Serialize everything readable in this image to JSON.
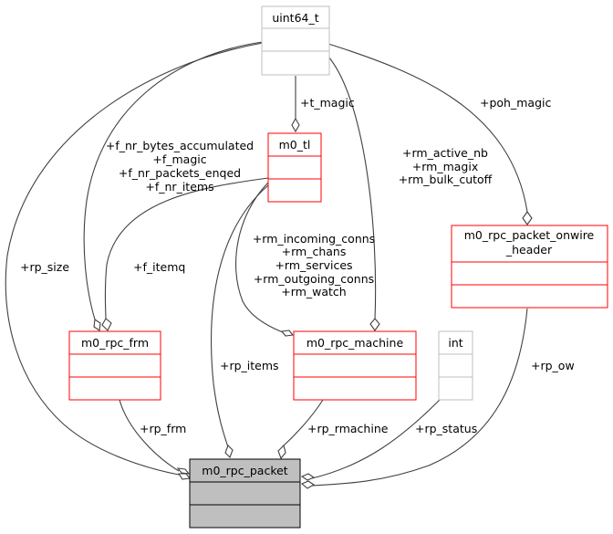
{
  "diagram": {
    "type": "collaboration-diagram",
    "focus_node": "m0_rpc_packet",
    "colors": {
      "class_border": "#ff0000",
      "builtin_border": "#bfbfbf",
      "focus_fill": "#bfbfbf",
      "focus_border": "#000000",
      "edge": "#404040"
    },
    "nodes": {
      "uint64_t": {
        "title": "uint64_t",
        "kind": "builtin"
      },
      "m0_tl": {
        "title": "m0_tl",
        "kind": "class"
      },
      "m0_rpc_packet_onwire_header": {
        "title_line1": "m0_rpc_packet_onwire",
        "title_line2": "_header",
        "kind": "class"
      },
      "m0_rpc_frm": {
        "title": "m0_rpc_frm",
        "kind": "class"
      },
      "m0_rpc_machine": {
        "title": "m0_rpc_machine",
        "kind": "class"
      },
      "int": {
        "title": "int",
        "kind": "builtin"
      },
      "m0_rpc_packet": {
        "title": "m0_rpc_packet",
        "kind": "focus"
      }
    },
    "edge_labels": {
      "t_magic": [
        "+t_magic"
      ],
      "frm_uint": [
        "+f_nr_bytes_accumulated",
        "+f_magic",
        "+f_nr_packets_enqed",
        "+f_nr_items"
      ],
      "machine_uint": [
        "+rm_active_nb",
        "+rm_magix",
        "+rm_bulk_cutoff"
      ],
      "poh_magic": [
        "+poh_magic"
      ],
      "machine_tl": [
        "+rm_incoming_conns",
        "+rm_chans",
        "+rm_services",
        "+rm_outgoing_conns",
        "+rm_watch"
      ],
      "rp_size": [
        "+rp_size"
      ],
      "f_itemq": [
        "+f_itemq"
      ],
      "rp_items": [
        "+rp_items"
      ],
      "rp_ow": [
        "+rp_ow"
      ],
      "rp_frm": [
        "+rp_frm"
      ],
      "rp_rmachine": [
        "+rp_rmachine"
      ],
      "rp_status": [
        "+rp_status"
      ]
    }
  }
}
